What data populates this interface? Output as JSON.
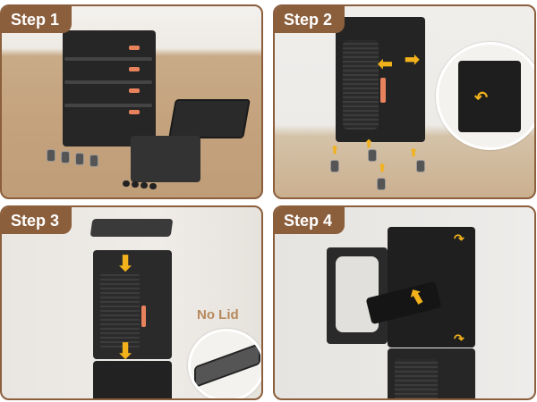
{
  "steps": [
    {
      "label": "Step 1",
      "description": "Stacked folded storage crates, lids, casters, and clips laid out on floor"
    },
    {
      "label": "Step 2",
      "description": "Unfold crate sides; attach casters to bottom",
      "callout": "interior fold detail"
    },
    {
      "label": "Step 3",
      "description": "Place lid on top and stack crate onto lower crate",
      "note": "No Lid",
      "callout": "lid corner detail"
    },
    {
      "label": "Step 4",
      "description": "Open front door, insert shelf, rotate latches to lock stacked crates"
    }
  ],
  "colors": {
    "frame": "#8b5e3c",
    "tag_bg": "#8b5e3c",
    "tag_text": "#ffffff",
    "arrow": "#f2b21c",
    "accent_handle": "#e8825c",
    "note_text": "#b7895d"
  }
}
